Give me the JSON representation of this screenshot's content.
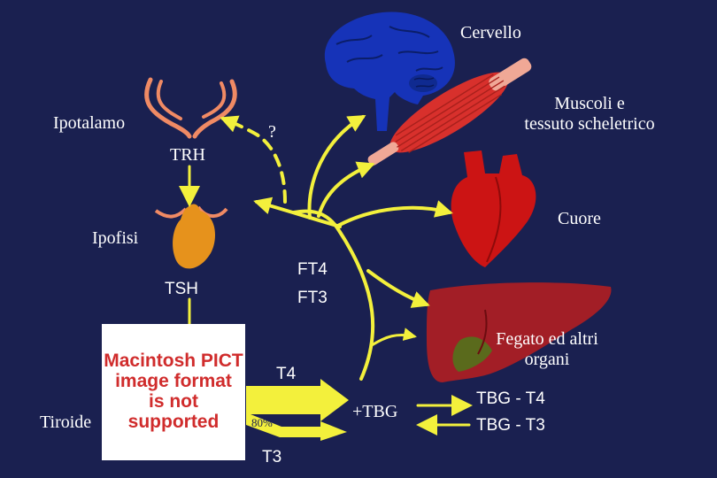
{
  "labels": {
    "cervello": "Cervello",
    "ipotalamo": "Ipotalamo",
    "question": "?",
    "muscoli": [
      "Muscoli e",
      "tessuto scheletrico"
    ],
    "trh": "TRH",
    "cuore": "Cuore",
    "ipofisi": "Ipofisi",
    "ft4": "FT4",
    "ft3": "FT3",
    "tsh": "TSH",
    "fegato": [
      "Fegato ed altri",
      "organi"
    ],
    "t4": "T4",
    "tiroide": "Tiroide",
    "pct": "80%",
    "tbg": "+TBG",
    "tbg_t4": "TBG - T4",
    "tbg_t3": "TBG - T3",
    "t3": "T3"
  },
  "pict_placeholder": [
    "Macintosh PICT",
    "image format",
    "is not supported"
  ],
  "colors": {
    "background": "#1a2050",
    "arrow": "#f3f03c",
    "brain": "#1633b8",
    "muscle": "#d8302c",
    "heart": "#cc1414",
    "liver": "#a21e26",
    "pituitary": "#e6921c",
    "hypothalamus": "#f08a64"
  }
}
